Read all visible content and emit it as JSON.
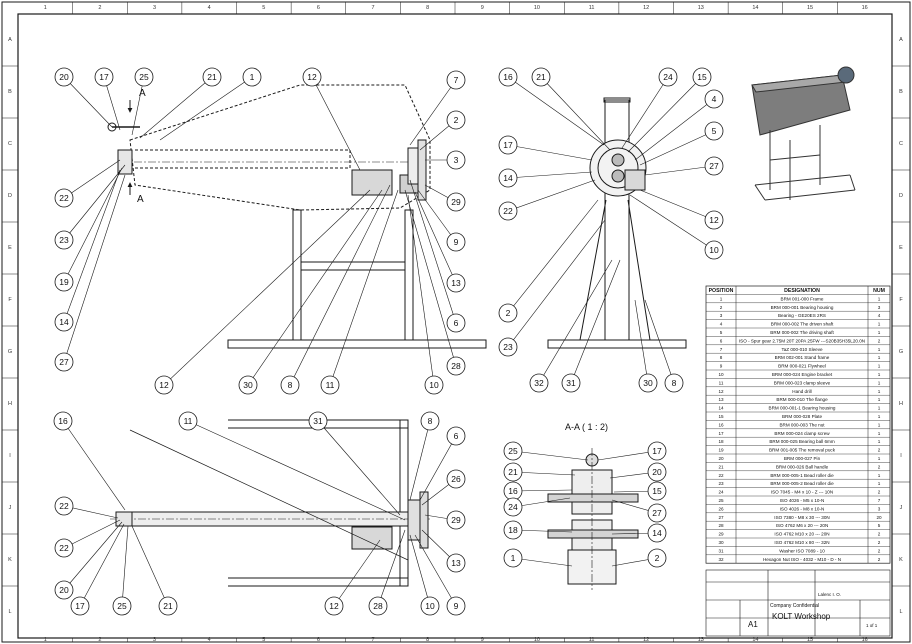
{
  "grid": {
    "columns": [
      "1",
      "2",
      "3",
      "4",
      "5",
      "6",
      "7",
      "8",
      "9",
      "10",
      "11",
      "12",
      "13",
      "14",
      "15",
      "16"
    ],
    "rows": [
      "A",
      "B",
      "C",
      "D",
      "E",
      "F",
      "G",
      "H",
      "I",
      "J",
      "K",
      "L"
    ]
  },
  "section_label": "A-A  ( 1 : 2)",
  "section_markers": [
    "A",
    "A"
  ],
  "bom": {
    "headers": [
      "POSITION",
      "DESIGNATION",
      "NUM"
    ],
    "rows": [
      [
        "1",
        "BRM 001-000 Frame",
        "1"
      ],
      [
        "2",
        "BRM 000-001 Bearing housing",
        "3"
      ],
      [
        "3",
        "Bearing - GE20ES 2RS",
        "4"
      ],
      [
        "4",
        "BRM 000-002 The driven shaft",
        "1"
      ],
      [
        "5",
        "BRM 000-002 The driving shaft",
        "1"
      ],
      [
        "6",
        "ISO - Spur gear 2.75M 20T 20PA 25FW ---S20B35H35L20.0N",
        "2"
      ],
      [
        "7",
        "TaZ 000-010 Sleeve",
        "1"
      ],
      [
        "8",
        "BRM 002-001 Stand frame",
        "1"
      ],
      [
        "9",
        "BRM 000-021 Flywheel",
        "1"
      ],
      [
        "10",
        "BRM 000-024 Engine bracket",
        "1"
      ],
      [
        "11",
        "BRM 000-023 clamp sleeve",
        "1"
      ],
      [
        "12",
        "Hand drill",
        "1"
      ],
      [
        "13",
        "BRM 000-010 The flange",
        "1"
      ],
      [
        "14",
        "BRM 000-001-1 Bearing housing",
        "1"
      ],
      [
        "15",
        "BRM 000-028 Plate",
        "1"
      ],
      [
        "16",
        "BRM 000-003 The nut",
        "1"
      ],
      [
        "17",
        "BRM 000-024 clamp screw",
        "1"
      ],
      [
        "18",
        "BRM 000-025 Bearing ball 6mm",
        "1"
      ],
      [
        "19",
        "BRM 001-005 The removal puck",
        "2"
      ],
      [
        "20",
        "BRM 000-027 Pin",
        "1"
      ],
      [
        "21",
        "BRM 000-026 Ball handle",
        "2"
      ],
      [
        "22",
        "BRM 000-005-1 Bead roller die",
        "1"
      ],
      [
        "23",
        "BRM 000-005-2 Bead roller die",
        "1"
      ],
      [
        "24",
        "ISO 7045 - M4 x 10 - Z --- 10N",
        "2"
      ],
      [
        "25",
        "ISO 4026 - M5 x 10-N",
        "7"
      ],
      [
        "26",
        "ISO 4026 - M8 x 10-N",
        "3"
      ],
      [
        "27",
        "ISO 7380 - M8 x 30 --- 30N",
        "20"
      ],
      [
        "28",
        "ISO 4762 M6 x 20 --- 20N",
        "5"
      ],
      [
        "29",
        "ISO 4762 M10 x 20 --- 20N",
        "2"
      ],
      [
        "30",
        "ISO 4762 M10 x 80 --- 32N",
        "2"
      ],
      [
        "31",
        "Washer ISO 7089 - 10",
        "2"
      ],
      [
        "32",
        "Hexagon Nut ISO - 4032 - M10 - D - N",
        "2"
      ]
    ]
  },
  "title_block": {
    "company": "Company Confidential",
    "project": "KOLT Workshop",
    "sheet_size": "A1",
    "sheet": "1 of 1",
    "author": "Lalenc I. O."
  },
  "balloons": {
    "front": [
      "20",
      "17",
      "25",
      "21",
      "1",
      "12",
      "7",
      "2",
      "3",
      "29",
      "9",
      "13",
      "6",
      "28",
      "10",
      "11",
      "8",
      "30",
      "12",
      "27",
      "14",
      "19",
      "23",
      "22"
    ],
    "side": [
      "16",
      "21",
      "24",
      "15",
      "4",
      "5",
      "27",
      "12",
      "10",
      "8",
      "30",
      "31",
      "32",
      "23",
      "2",
      "22",
      "14",
      "17"
    ],
    "top": [
      "16",
      "11",
      "31",
      "8",
      "6",
      "26",
      "29",
      "13",
      "9",
      "10",
      "28",
      "12",
      "21",
      "25",
      "17",
      "20",
      "22",
      "22"
    ],
    "section": [
      "25",
      "21",
      "16",
      "24",
      "18",
      "1",
      "17",
      "20",
      "15",
      "27",
      "14",
      "2"
    ]
  },
  "colors": {
    "line": "#1a1a1a",
    "body_fill": "#e6e6e6",
    "motor_fill": "#d8d8d8"
  }
}
